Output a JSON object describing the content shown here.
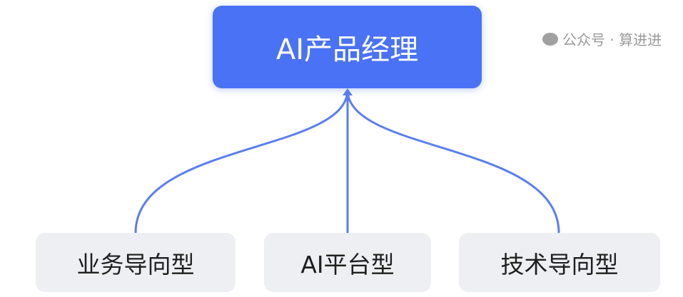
{
  "root": {
    "label": "AI产品经理"
  },
  "children": [
    {
      "label": "业务导向型"
    },
    {
      "label": "AI平台型"
    },
    {
      "label": "技术导向型"
    }
  ],
  "watermark": {
    "text": "公众号 · 算进进"
  },
  "colors": {
    "root_fill": "#4a72f5",
    "link": "#5a7ef0",
    "child_fill": "#eeeff2"
  }
}
